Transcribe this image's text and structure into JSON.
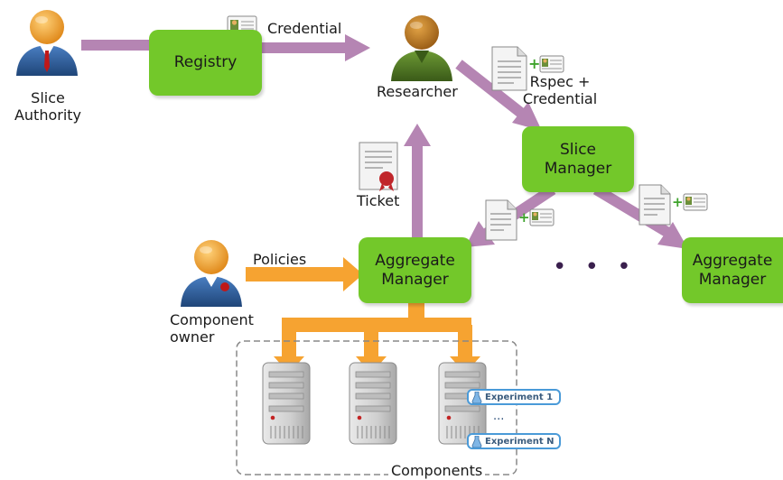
{
  "actors": {
    "slice_authority": "Slice\nAuthority",
    "researcher": "Researcher",
    "component_owner": "Component\nowner"
  },
  "boxes": {
    "registry": "Registry",
    "slice_manager": "Slice\nManager",
    "aggregate_manager_main": "Aggregate\nManager",
    "aggregate_manager_right": "Aggregate\nManager"
  },
  "edge_labels": {
    "credential": "Credential",
    "rspec_credential": "Rspec +\nCredential",
    "ticket": "Ticket",
    "policies": "Policies"
  },
  "components": {
    "label": "Components",
    "experiments": [
      "Experiment 1",
      "Experiment N"
    ],
    "more": "..."
  },
  "ellipsis": "• • •",
  "colors": {
    "box_green": "#73c82a",
    "arrow_purple": "#b585b3",
    "arrow_orange": "#f6a331",
    "head_orange": "#f0a437",
    "researcher_body": "#4f7524",
    "person_blue": "#2f5d98"
  }
}
